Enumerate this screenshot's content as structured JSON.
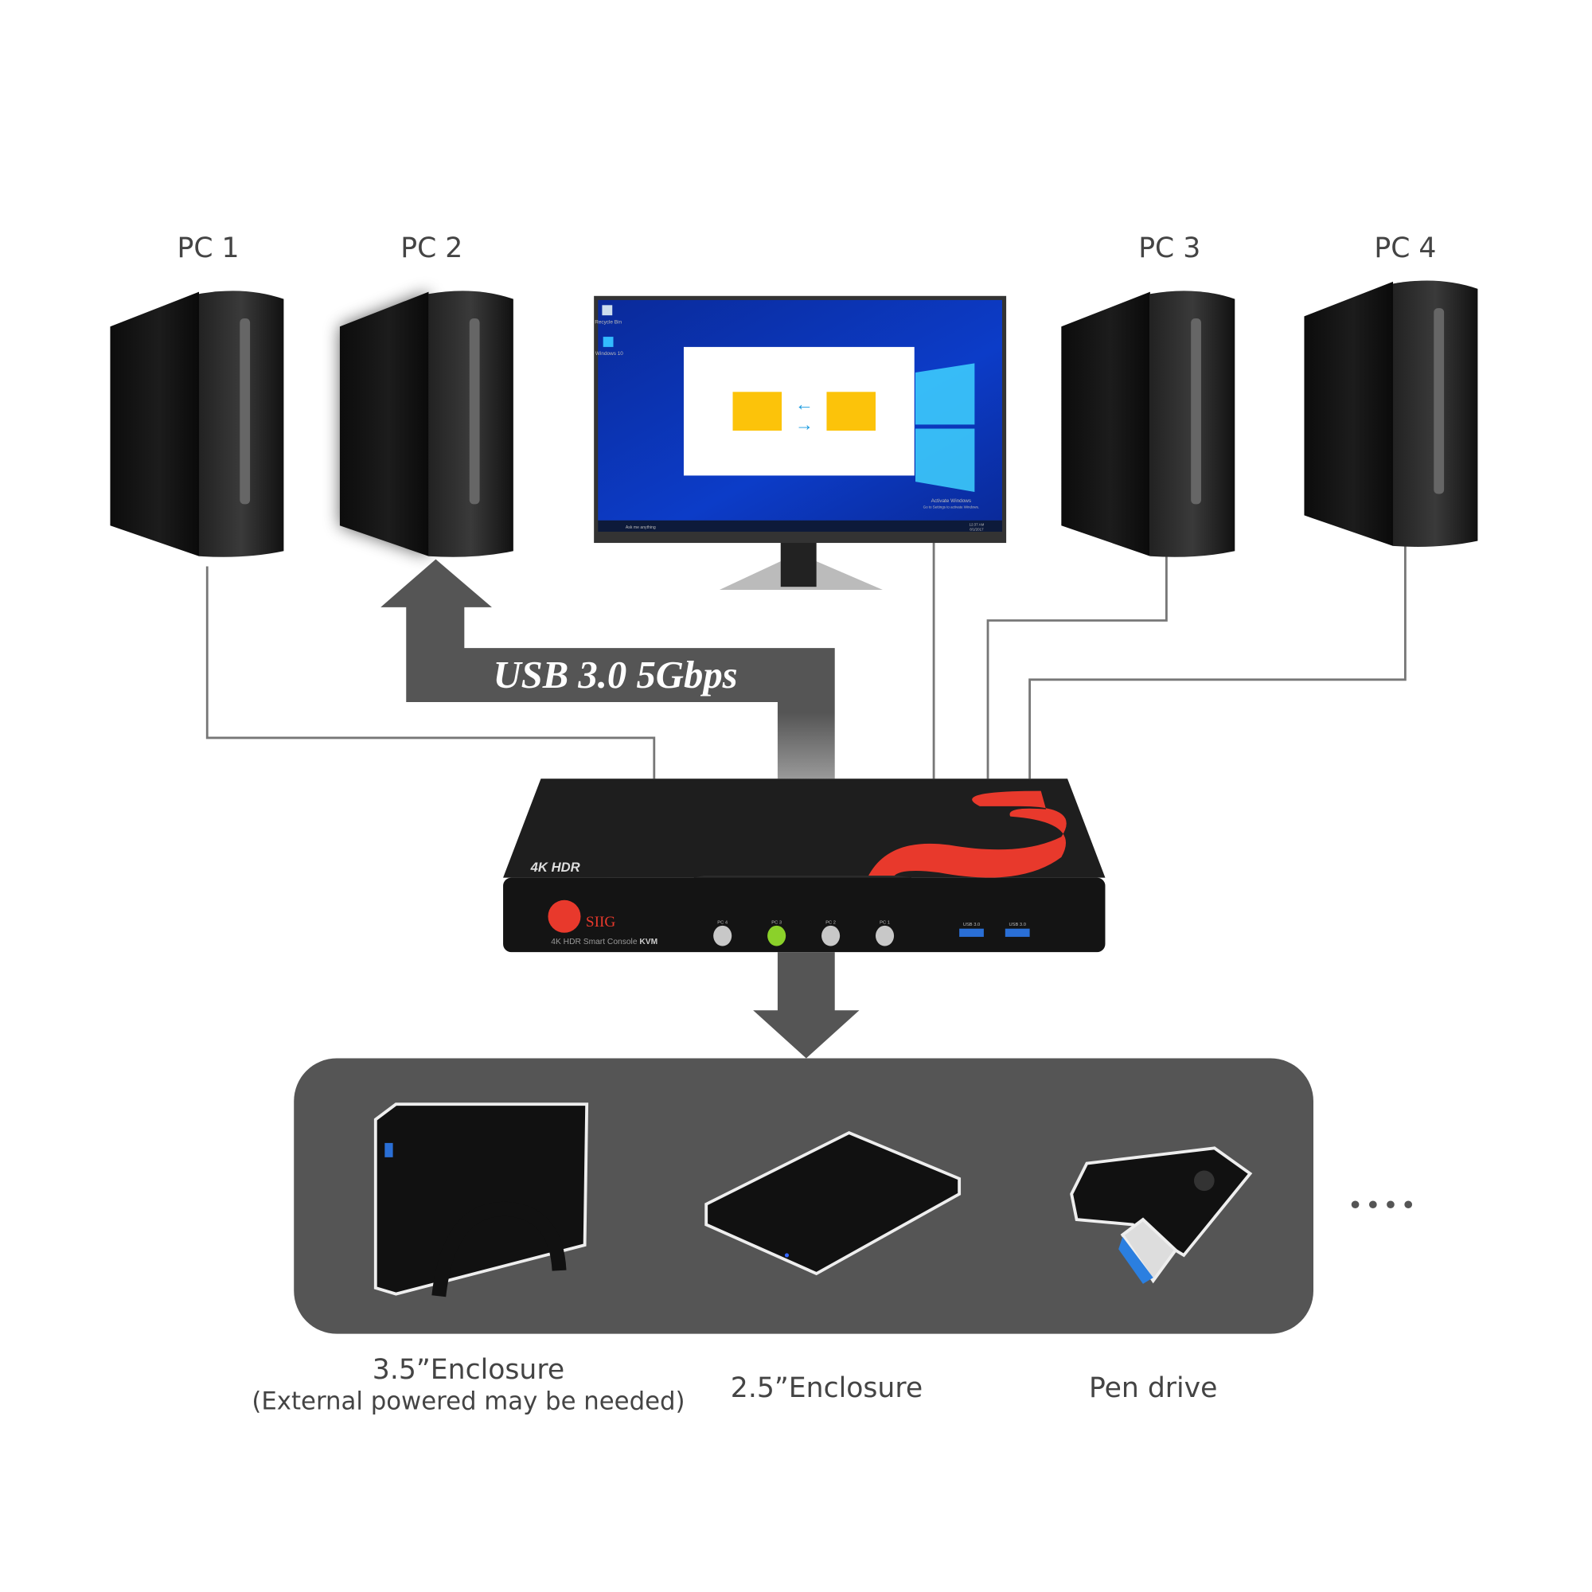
{
  "pcs": [
    {
      "label": "PC 1"
    },
    {
      "label": "PC 2",
      "active": true
    },
    {
      "label": "PC 3"
    },
    {
      "label": "PC 4"
    }
  ],
  "monitor": {
    "desktop_icons": [
      "Recycle Bin",
      "Windows 10"
    ],
    "search_placeholder": "Ask me anything",
    "activate_title": "Activate Windows",
    "activate_sub": "Go to Settings to activate Windows.",
    "clock_time": "12:37 AM",
    "clock_date": "8/1/2017"
  },
  "link": {
    "label": "USB 3.0 5Gbps"
  },
  "kvm": {
    "badge": "4K HDR",
    "brand": "SIIG",
    "model_prefix": "4K HDR Smart Console",
    "model_suffix": "KVM",
    "buttons": [
      {
        "label": "PC 4",
        "active": false
      },
      {
        "label": "PC 3",
        "active": true
      },
      {
        "label": "PC 2",
        "active": false
      },
      {
        "label": "PC 1",
        "active": false
      }
    ],
    "ports": [
      "USB 3.0",
      "USB 3.0"
    ],
    "brand_color": "#e8392c",
    "active_led_color": "#8bd12a"
  },
  "devices": [
    {
      "label": "3.5”Enclosure",
      "note": "(External powered may be needed)"
    },
    {
      "label": "2.5”Enclosure"
    },
    {
      "label": "Pen drive"
    }
  ],
  "more": "••••"
}
